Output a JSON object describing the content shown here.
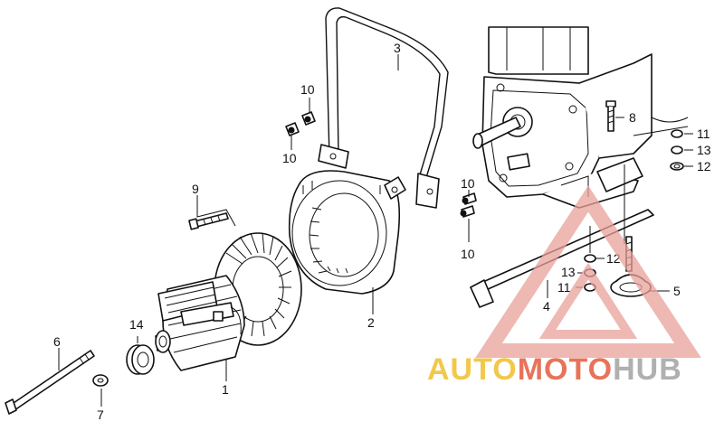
{
  "callouts": [
    {
      "id": "c1",
      "label": "1"
    },
    {
      "id": "c2",
      "label": "2"
    },
    {
      "id": "c3",
      "label": "3"
    },
    {
      "id": "c4",
      "label": "4"
    },
    {
      "id": "c5",
      "label": "5"
    },
    {
      "id": "c6",
      "label": "6"
    },
    {
      "id": "c7",
      "label": "7"
    },
    {
      "id": "c8",
      "label": "8"
    },
    {
      "id": "c9",
      "label": "9"
    },
    {
      "id": "c10a",
      "label": "10"
    },
    {
      "id": "c10b",
      "label": "10"
    },
    {
      "id": "c10c",
      "label": "10"
    },
    {
      "id": "c10d",
      "label": "10"
    },
    {
      "id": "c11a",
      "label": "11"
    },
    {
      "id": "c11b",
      "label": "11"
    },
    {
      "id": "c12a",
      "label": "12"
    },
    {
      "id": "c12b",
      "label": "12"
    },
    {
      "id": "c13a",
      "label": "13"
    },
    {
      "id": "c13b",
      "label": "13"
    },
    {
      "id": "c14",
      "label": "14"
    }
  ],
  "watermark": {
    "part1": "AUTO",
    "part2": "MOTO",
    "part3": "HUB",
    "color1": "#f2c84b",
    "color2": "#e8735a",
    "color3": "#b0b0b0",
    "triangle_color": "#e8a09a"
  }
}
